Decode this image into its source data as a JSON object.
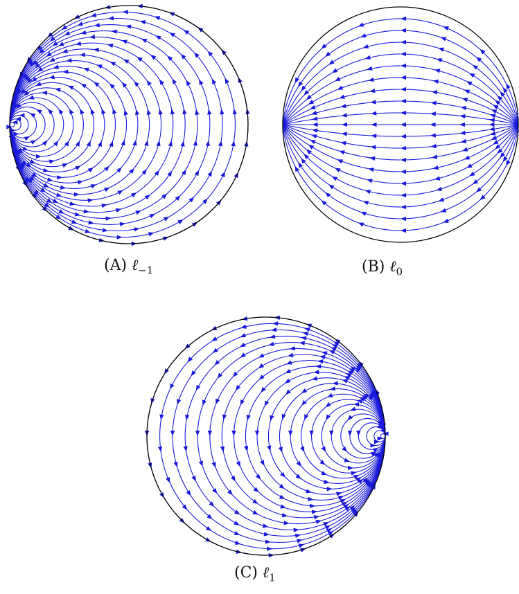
{
  "panels": [
    {
      "id": "a",
      "tag": "(A)",
      "symbol": "ℓ",
      "subscript": "−1"
    },
    {
      "id": "b",
      "tag": "(B)",
      "symbol": "ℓ",
      "subscript": "0"
    },
    {
      "id": "c",
      "tag": "(C)",
      "symbol": "ℓ",
      "subscript": "1"
    }
  ],
  "colors": {
    "flow_lines": "#1a1adb",
    "boundary": "#000000"
  }
}
